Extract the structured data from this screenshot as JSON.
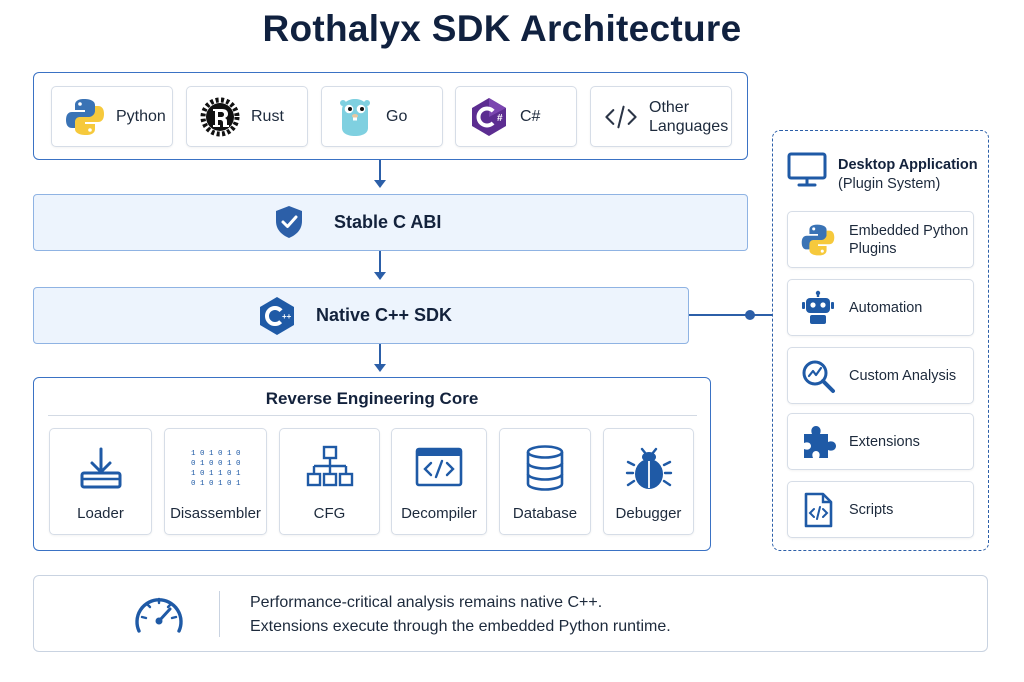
{
  "title": "Rothalyx SDK Architecture",
  "languages": [
    {
      "label": "Python",
      "icon": "python-icon"
    },
    {
      "label": "Rust",
      "icon": "rust-icon"
    },
    {
      "label": "Go",
      "icon": "go-gopher-icon"
    },
    {
      "label": "C#",
      "icon": "csharp-icon"
    },
    {
      "label_line1": "Other",
      "label_line2": "Languages",
      "icon": "code-brackets-icon"
    }
  ],
  "abi": {
    "label": "Stable C ABI",
    "icon": "shield-check-icon"
  },
  "native": {
    "label": "Native C++ SDK",
    "icon": "cpp-icon"
  },
  "core": {
    "title": "Reverse Engineering Core",
    "modules": [
      {
        "label": "Loader",
        "icon": "download-tray-icon"
      },
      {
        "label": "Disassembler",
        "icon": "binary-icon"
      },
      {
        "label": "CFG",
        "icon": "tree-graph-icon"
      },
      {
        "label": "Decompiler",
        "icon": "code-window-icon"
      },
      {
        "label": "Database",
        "icon": "database-icon"
      },
      {
        "label": "Debugger",
        "icon": "bug-icon"
      }
    ]
  },
  "desktop": {
    "title": "Desktop Application",
    "subtitle": "(Plugin System)",
    "icon": "monitor-icon",
    "items": [
      {
        "label_line1": "Embedded Python",
        "label_line2": "Plugins",
        "icon": "python-icon"
      },
      {
        "label": "Automation",
        "icon": "robot-icon"
      },
      {
        "label": "Custom Analysis",
        "icon": "magnifier-chart-icon"
      },
      {
        "label": "Extensions",
        "icon": "puzzle-icon"
      },
      {
        "label": "Scripts",
        "icon": "script-file-icon"
      }
    ]
  },
  "footer": {
    "line1": "Performance-critical analysis remains native C++.",
    "line2": "Extensions execute through the embedded Python runtime.",
    "icon": "speedometer-icon"
  },
  "colors": {
    "accent": "#2c5fa8",
    "border": "#3a72c4",
    "band_fill": "#edf4fd",
    "python_blue": "#3a73b5",
    "python_yellow": "#f6c93c"
  }
}
